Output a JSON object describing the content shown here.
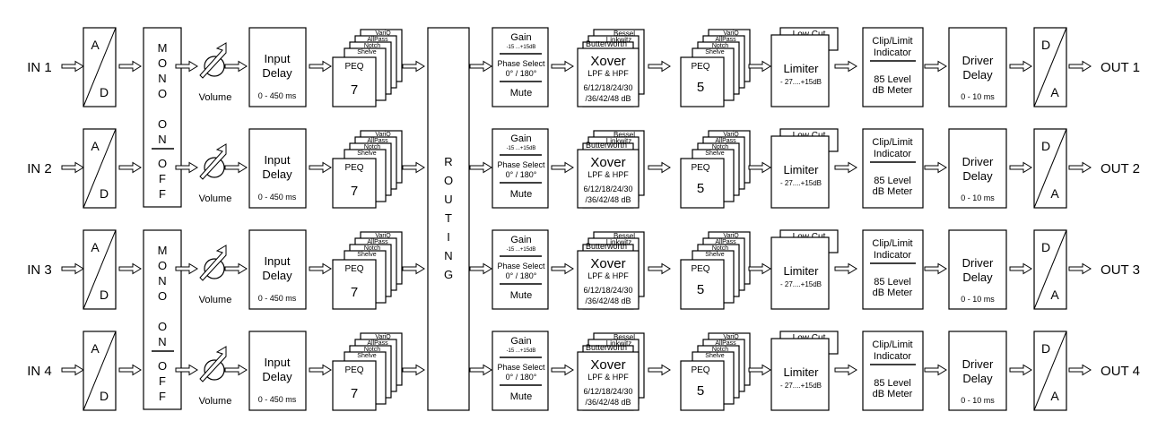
{
  "channels": [
    {
      "input": "IN 1",
      "output": "OUT 1"
    },
    {
      "input": "IN 2",
      "output": "OUT 2"
    },
    {
      "input": "IN 3",
      "output": "OUT 3"
    },
    {
      "input": "IN 4",
      "output": "OUT 4"
    }
  ],
  "ad": {
    "top": "A",
    "bottom": "D"
  },
  "da": {
    "top": "D",
    "bottom": "A"
  },
  "mono": {
    "top_letters": [
      "M",
      "O",
      "N",
      "O"
    ],
    "on_letters": [
      "O",
      "N"
    ],
    "off_letters": [
      "O",
      "F",
      "F"
    ]
  },
  "volume": {
    "label": "Volume"
  },
  "input_delay": {
    "line1": "Input",
    "line2": "Delay",
    "range": "0 - 450 ms"
  },
  "input_peq": {
    "stack_labels": [
      "VariQ",
      "AllPass",
      "Notch",
      "Shelve"
    ],
    "label": "PEQ",
    "count": "7"
  },
  "routing": {
    "letters": [
      "R",
      "O",
      "U",
      "T",
      "I",
      "N",
      "G"
    ]
  },
  "gain": {
    "title": "Gain",
    "range": "-15 ...+15dB",
    "phase_label": "Phase Select",
    "phase_values": "0° / 180°",
    "mute": "Mute"
  },
  "xover": {
    "stack_labels": [
      "Bessel",
      "Linkwitz",
      "Butterworth"
    ],
    "title": "Xover",
    "type": "LPF & HPF",
    "slopes1": "6/12/18/24/30",
    "slopes2": "/36/42/48  dB"
  },
  "output_peq": {
    "stack_labels": [
      "VariQ",
      "AllPass",
      "Notch",
      "Shelve"
    ],
    "label": "PEQ",
    "count": "5"
  },
  "limiter": {
    "header": "Low  Cut",
    "title": "Limiter",
    "range": "- 27....+15dB"
  },
  "clip": {
    "line1": "Clip/Limit",
    "line2": "Indicator",
    "level1": "85  Level",
    "level2": "dB  Meter"
  },
  "driver_delay": {
    "line1": "Driver",
    "line2": "Delay",
    "range": "0 - 10 ms"
  }
}
